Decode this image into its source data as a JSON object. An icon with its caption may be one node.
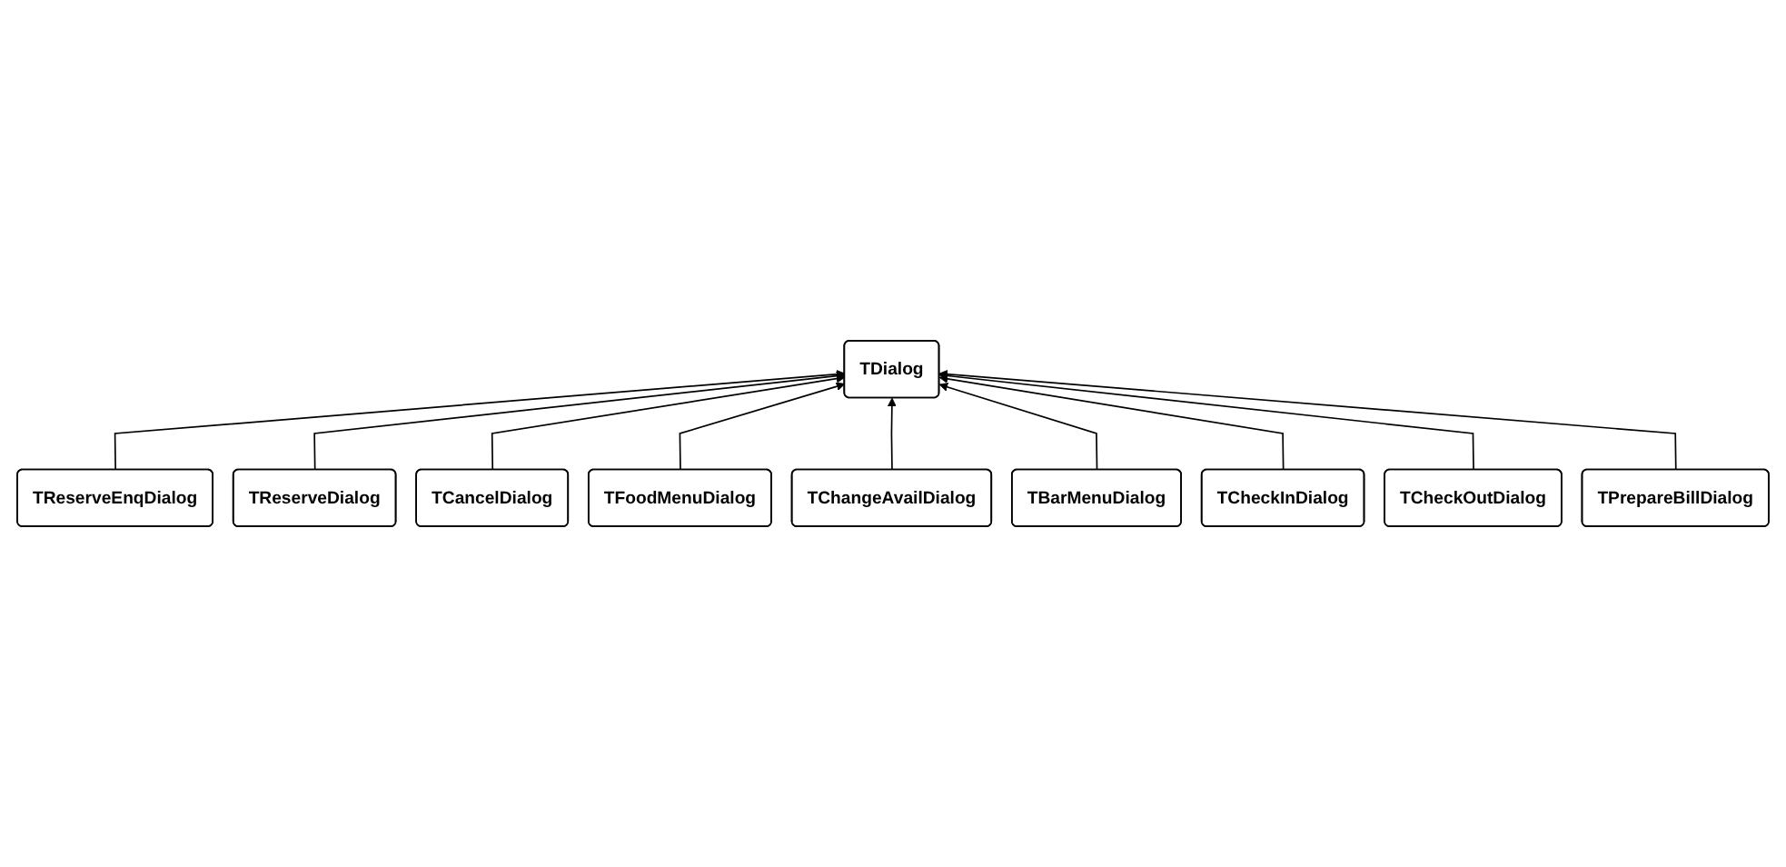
{
  "diagram": {
    "nodes": [
      {
        "text": [
          "TDialog"
        ]
      },
      {
        "text": [
          "TReserveEnqDialog"
        ]
      },
      {
        "text": [
          "TBarMenuDialog"
        ]
      },
      {
        "text": [
          "TReserveDialog"
        ]
      },
      {
        "text": [
          "TCheckInDialog"
        ]
      },
      {
        "text": [
          "TCancelDialog"
        ]
      },
      {
        "text": [
          "TCheckOutDialog"
        ]
      },
      {
        "text": [
          "TFoodMenuDialog"
        ]
      },
      {
        "text": [
          "TPrepareBillDialog"
        ]
      },
      {
        "text": [
          "TChangeAvailDialog"
        ]
      }
    ],
    "edges": [
      {
        "from": 1,
        "to": 0,
        "arrow": "to"
      },
      {
        "from": 3,
        "to": 0,
        "arrow": "to"
      },
      {
        "from": 5,
        "to": 0,
        "arrow": "to"
      },
      {
        "from": 7,
        "to": 0,
        "arrow": "to"
      },
      {
        "from": 9,
        "to": 0,
        "arrow": "to"
      },
      {
        "from": 2,
        "to": 0,
        "arrow": "to"
      },
      {
        "from": 4,
        "to": 0,
        "arrow": "to"
      },
      {
        "from": 6,
        "to": 0,
        "arrow": "to"
      },
      {
        "from": 8,
        "to": 0,
        "arrow": "to"
      }
    ]
  }
}
